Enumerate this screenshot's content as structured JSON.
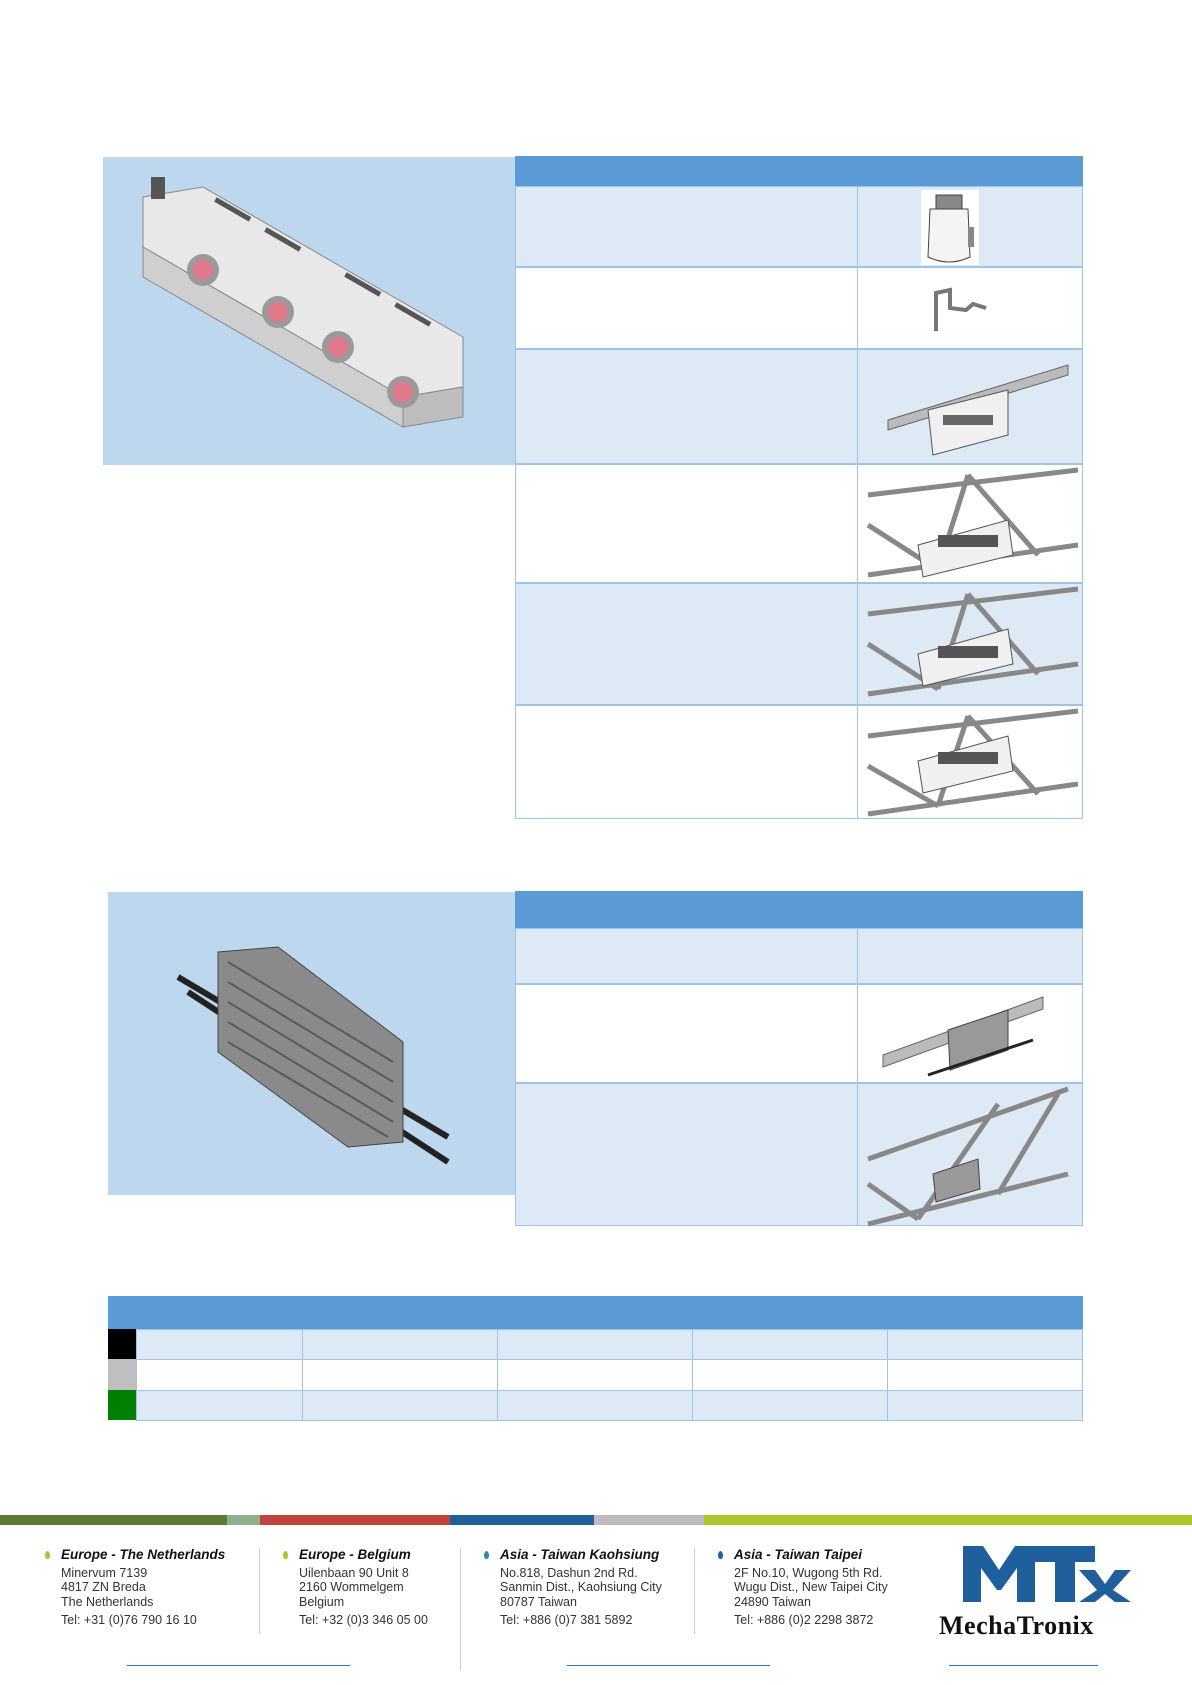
{
  "colors": {
    "photo_bg": "#bdd7ee",
    "table_header": "#5b9bd5",
    "row_light": "#ddeaf6",
    "row_white": "#ffffff",
    "swatch_black": "#000000",
    "swatch_grey": "#bfbfbf",
    "swatch_green": "#008000"
  },
  "color_bars": [
    "#5a7a34",
    "#8fb08b",
    "#c0443a",
    "#1f5f9c",
    "#bcbcbc",
    "#a8c82a"
  ],
  "offices": [
    {
      "name": "Europe - The Netherlands",
      "lines": [
        "Minervum 7139",
        "4817 ZN Breda",
        "The Netherlands"
      ],
      "tel": "Tel: +31 (0)76 790 16 10",
      "drop": "#9acd32"
    },
    {
      "name": "Europe - Belgium",
      "lines": [
        "Uilenbaan 90 Unit 8",
        "2160 Wommelgem",
        "Belgium"
      ],
      "tel": "Tel: +32 (0)3 346 05 00",
      "drop": "#9acd32"
    },
    {
      "name": "Asia - Taiwan Kaohsiung",
      "lines": [
        "No.818, Dashun 2nd Rd.",
        "Sanmin Dist., Kaohsiung City",
        "80787 Taiwan"
      ],
      "tel": "Tel:  +886 (0)7 381 5892",
      "drop": "#2e8b9a"
    },
    {
      "name": "Asia - Taiwan Taipei",
      "lines": [
        "2F No.10, Wugong 5th Rd.",
        "Wugu Dist., New Taipei City",
        "24890 Taiwan"
      ],
      "tel": "Tel: +886 (0)2 2298 3872",
      "drop": "#1f5f9c"
    }
  ],
  "logo": {
    "mark": "MTX",
    "text": "MechaTronix"
  },
  "icons": [
    "cable-gland-icon",
    "hook-bracket-icon",
    "rail-mount-icon",
    "truss-mount-icon",
    "heatsink-icon"
  ]
}
